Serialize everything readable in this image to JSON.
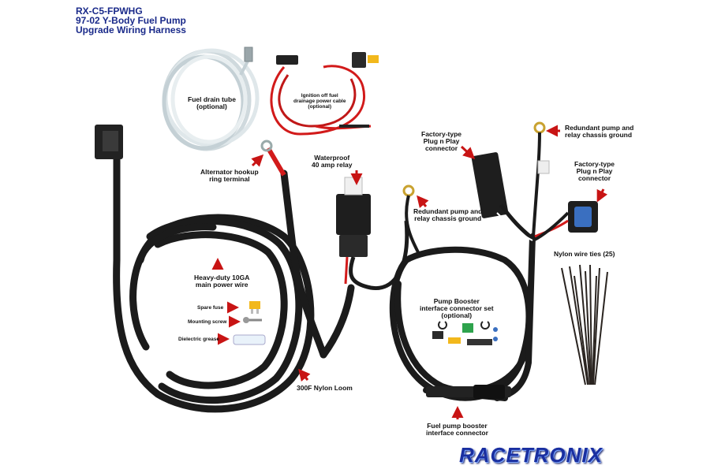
{
  "title": {
    "line1": "RX-C5-FPWHG",
    "line2": "97-02 Y-Body Fuel Pump",
    "line3": "Upgrade Wiring Harness"
  },
  "labels": {
    "fuel_drain_tube": [
      "Fuel drain tube",
      "(optional)"
    ],
    "ignition_off": [
      "Ignition off fuel",
      "drainage power cable",
      "(optional)"
    ],
    "alternator_hookup": [
      "Alternator hookup",
      "ring terminal"
    ],
    "waterproof_relay": [
      "Waterproof",
      "40 amp relay"
    ],
    "redundant_ground_top": [
      "Redundant pump and",
      "relay chassis ground"
    ],
    "redundant_ground_mid": [
      "Redundant pump and",
      "relay chassis ground"
    ],
    "factory_plug_left": [
      "Factory-type",
      "Plug n Play",
      "connector"
    ],
    "factory_plug_right": [
      "Factory-type",
      "Plug n Play",
      "connector"
    ],
    "heavy_duty_wire": [
      "Heavy-duty 10GA",
      "main power wire"
    ],
    "spare_fuse": "Spare fuse",
    "mounting_screw": "Mounting screw",
    "dielectric_grease": "Dielectric grease",
    "nylon_loom": "300F Nylon Loom",
    "pump_booster_set": [
      "Pump Booster",
      "interface connector set",
      "(optional)"
    ],
    "nylon_wire_ties": "Nylon wire ties (25)",
    "fuel_pump_booster_connector": [
      "Fuel pump booster",
      "interface connector"
    ]
  },
  "logo": "RACETRONIX",
  "colors": {
    "title": "#1a2a8a",
    "arrow": "#c81414",
    "loom": "#1b1b1b",
    "red_wire": "#d21a1a",
    "logo": "#1a2fa0",
    "fuse": "#f2b81c",
    "tube": "#e4ecef"
  }
}
